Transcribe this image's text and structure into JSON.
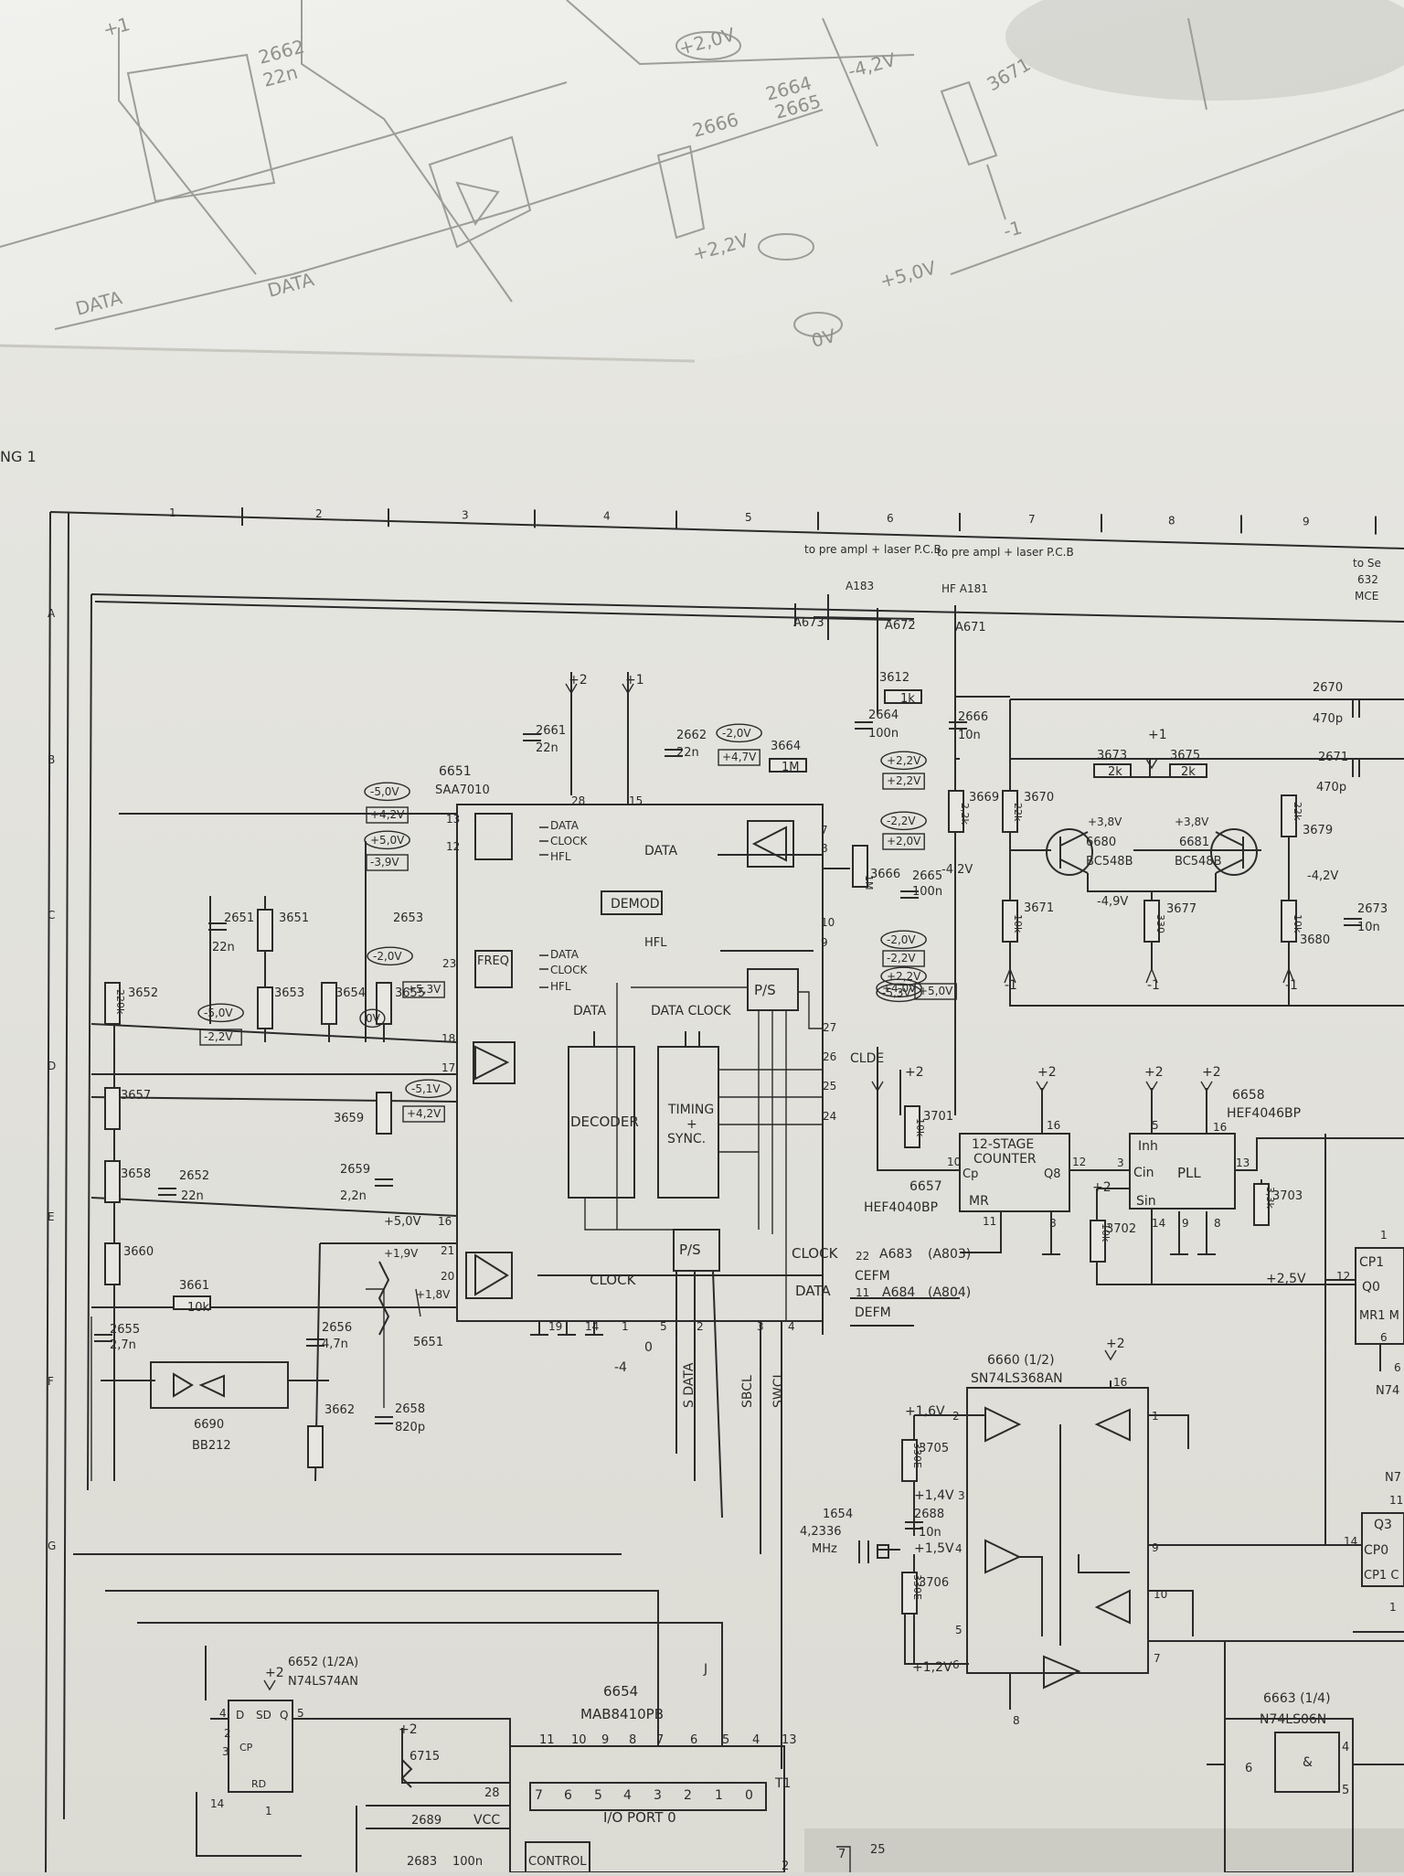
{
  "top_sheet": {
    "labels": [
      "2662",
      "22n",
      "2664",
      "2665",
      "2666",
      "3671",
      "-4,2V",
      "DATA",
      "DATA",
      "+2,0V",
      "+2,2V",
      "+5,0V",
      "0V",
      "-1",
      "+1"
    ]
  },
  "sheet_label": "NG 1",
  "ruler_numbers": [
    "1",
    "2",
    "3",
    "4",
    "5",
    "6",
    "7",
    "8",
    "9"
  ],
  "row_letters": [
    "A",
    "B",
    "C",
    "D",
    "E",
    "F",
    "G"
  ],
  "connectors": {
    "preamp_1": "to pre ampl + laser P.C.B",
    "preamp_1_ref": "A183",
    "preamp_2": "to pre ampl + laser P.C.B",
    "preamp_2_ref": "HF   A181",
    "to_servo": "to Se",
    "servo_ref_1": "632",
    "servo_ref_2": "MCE",
    "a673": "A673",
    "a672": "A672",
    "a671": "A671"
  },
  "ic_saa7010": {
    "ref": "6651",
    "part": "SAA7010",
    "demod": "DEMOD",
    "freq": "FREQ",
    "decoder": "DECODER",
    "timing": "TIMING",
    "plus": "+",
    "sync": "SYNC.",
    "ps1": "P/S",
    "ps2": "P/S",
    "data": "DATA",
    "clock": "CLOCK",
    "hfl": "HFL",
    "data_out": "DATA",
    "hfl_out": "HFL",
    "clock_out": "CLOCK",
    "decoder_data": "DATA",
    "timing_data_clock": "DATA CLOCK",
    "s_data": "S DATA",
    "sbcl": "SBCL",
    "swcl": "SWCL",
    "clde": "CLDE",
    "clock_efm": "CLOCK",
    "data_efm": "DATA",
    "cefm": "CEFM",
    "defm": "DEFM",
    "a683": "A683",
    "a803": "(A803)",
    "a684": "A684",
    "a804": "(A804)",
    "v5": "+5,0V",
    "v18": "+1,8V",
    "v19": "+1,9V",
    "pins": [
      "28",
      "15",
      "13",
      "12",
      "23",
      "18",
      "17",
      "16",
      "21",
      "20",
      "7",
      "8",
      "10",
      "9",
      "27",
      "26",
      "25",
      "24",
      "22",
      "11",
      "19",
      "14",
      "1",
      "5",
      "2",
      "3",
      "4"
    ],
    "gnd_neg": "-4",
    "gnd_zero": "0"
  },
  "components": {
    "r3612": "3612",
    "r3612_v": "1k",
    "c2664": "2664",
    "c2664_v": "100n",
    "c2666": "2666",
    "c2666_v": "10n",
    "c2661": "2661",
    "c2661_v": "22n",
    "c2662": "2662",
    "c2662_v": "22n",
    "r3664": "3664",
    "r3664_v": "1M",
    "r3669": "3669",
    "r3669_v": "2,2k",
    "r3670": "3670",
    "r3670_v": "22k",
    "r3671": "3671",
    "r3671_v": "10k",
    "r3673": "3673",
    "r3673_v": "2k",
    "r3675": "3675",
    "r3675_v": "2k",
    "c2670": "2670",
    "c2670_v": "470p",
    "c2671": "2671",
    "c2671_v": "470p",
    "r3679": "3679",
    "r3679_v": "22k",
    "r3680": "3680",
    "r3680_v": "10k",
    "c2673": "2673",
    "c2673_v": "10n",
    "r3677": "3677",
    "r3677_v": "330",
    "q6680": "6680",
    "q6680_t": "BC548B",
    "q6681": "6681",
    "q6681_t": "BC548B",
    "r3666": "3666",
    "r3666_v": "1M",
    "c2665": "2665",
    "c2665_v": "100n",
    "c2651": "2651",
    "c2651_v": "22n",
    "r3651": "3651",
    "r3652": "3652",
    "r3652_v": "220k",
    "r3653": "3653",
    "r3654": "3654",
    "r3655": "3655",
    "c2653": "2653",
    "r3657": "3657",
    "r3658": "3658",
    "c2652": "2652",
    "c2652_v": "22n",
    "r3659": "3659",
    "c2659": "2659",
    "c2659_v": "2,2n",
    "r3660": "3660",
    "r3661": "3661",
    "r3661_v": "10k",
    "c2655": "2655",
    "c2655_v": "2,7n",
    "c2656": "2656",
    "c2656_v": "4,7n",
    "l5651": "5651",
    "r3662": "3662",
    "c2658": "2658",
    "c2658_v": "820p",
    "d6690": "6690",
    "d6690_t": "BB212",
    "r3701": "3701",
    "r3701_v": "10k",
    "r3702": "3702",
    "r3702_v": "10k",
    "r3703": "3703",
    "r3703_v": "3,3k",
    "r3705": "3705",
    "r3705_v": "330E",
    "r3706": "3706",
    "r3706_v": "330E",
    "c2688": "2688",
    "c2688_v": "10n",
    "x1654": "1654",
    "x1654_f": "4,2336",
    "x1654_u": "MHz",
    "l6715": "6715",
    "c2689": "2689",
    "c2683": "2683",
    "c2683_v": "100n"
  },
  "voltages": {
    "v_m42a": "-4,2V",
    "v_38a": "+3,8V",
    "v_38b": "+3,8V",
    "v_m49": "-4,9V",
    "v_m42b": "-4,2V",
    "ovals": [
      "-5,0V",
      "+5,0V",
      "-2,0V",
      "+2,2V",
      "-2,2V",
      "-2,0V",
      "+2,2V",
      "-2,0V",
      "0V",
      "-5,0V",
      "-5,1V",
      "-5,3V",
      "+4,0V"
    ],
    "boxed": [
      "+4,2V",
      "-3,9V",
      "+4,7V",
      "+2,2V",
      "+2,0V",
      "-2,2V",
      "+5,0V",
      "-2,2V",
      "+4,2V",
      "+5,3V"
    ],
    "v25": "+2,5V",
    "v16": "+1,6V",
    "v14": "+1,4V",
    "v15": "+1,5V",
    "v12": "+1,2V"
  },
  "supply_labels": [
    "+2",
    "+1",
    "+1",
    "-1",
    "-1",
    "-1",
    "+2",
    "+2",
    "+2",
    "+2",
    "+2",
    "+2",
    "+2",
    "+2"
  ],
  "ic_4040": {
    "ref": "6657",
    "part": "HEF4040BP",
    "title1": "12-STAGE",
    "title2": "COUNTER",
    "cp": "Cp",
    "mr": "MR",
    "q8": "Q8",
    "pins": [
      "16",
      "10",
      "11",
      "8",
      "12"
    ]
  },
  "ic_4046": {
    "ref": "6658",
    "part": "HEF4046BP",
    "inh": "Inh",
    "cin": "Cin",
    "sin": "Sin",
    "pll": "PLL",
    "pins": [
      "5",
      "16",
      "3",
      "14",
      "9",
      "8",
      "13"
    ]
  },
  "ic_right": {
    "cp1": "CP1",
    "q0": "Q0",
    "mr1": "MR1 M",
    "n74a": "N74",
    "q3": "Q3",
    "cp0": "CP0",
    "cp1b": "CP1 C",
    "n74b": "N7",
    "pins": [
      "1",
      "12",
      "6",
      "6",
      "11",
      "14",
      "1"
    ]
  },
  "ic_6660": {
    "ref": "6660 (1/2)",
    "part": "SN74LS368AN",
    "pins": [
      "16",
      "2",
      "1",
      "3",
      "4",
      "9",
      "10",
      "5",
      "7",
      "6",
      "8"
    ]
  },
  "ic_6652": {
    "ref": "6652 (1/2A)",
    "part": "N74LS74AN",
    "d": "D",
    "sd": "SD",
    "q": "Q",
    "cp": "CP",
    "rd": "RD",
    "pins": [
      "4",
      "2",
      "5",
      "3",
      "14",
      "1"
    ]
  },
  "ic_6654": {
    "ref": "6654",
    "part": "MAB8410PB",
    "port": "I/O PORT 0",
    "control": "CONTROL",
    "vcc": "VCC",
    "t1": "T1",
    "top_pins": [
      "11",
      "10",
      "9",
      "8",
      "7",
      "6",
      "5",
      "4",
      "13"
    ],
    "port_bits": [
      "7",
      "6",
      "5",
      "4",
      "3",
      "2",
      "1",
      "0"
    ],
    "side_pins": [
      "28",
      "25",
      "7",
      "2"
    ]
  },
  "ic_6663": {
    "ref": "6663 (1/4)",
    "part": "N74LS06N",
    "amp": "&",
    "pins": [
      "6",
      "4",
      "5"
    ]
  },
  "misc": {
    "j": "J"
  }
}
